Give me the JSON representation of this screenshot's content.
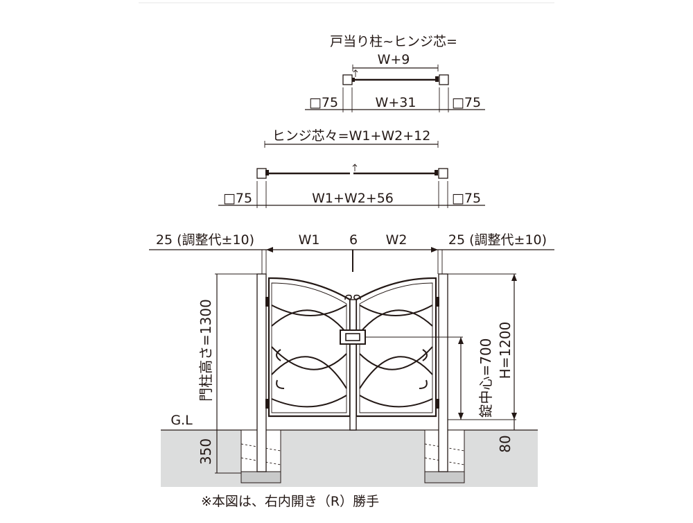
{
  "top_plan": {
    "title": "戸当り柱~ヒンジ芯=",
    "span": "W+9",
    "left_post": "□75",
    "inner": "W+31",
    "right_post": "□75"
  },
  "middle_plan": {
    "title": "ヒンジ芯々=W1+W2+12",
    "left_post": "□75",
    "inner": "W1+W2+56",
    "right_post": "□75"
  },
  "elevation": {
    "left_adjust": "25 (調整代±10)",
    "right_adjust": "25 (調整代±10)",
    "w1": "W1",
    "gap": "6",
    "w2": "W2",
    "post_height": "門柱高さ=1300",
    "lock_center": "錠中心=700",
    "gate_height": "H=1200",
    "ground": "G.L",
    "foundation_depth": "350",
    "clearance": "80"
  },
  "note": "※本図は、右内開き（R）勝手"
}
